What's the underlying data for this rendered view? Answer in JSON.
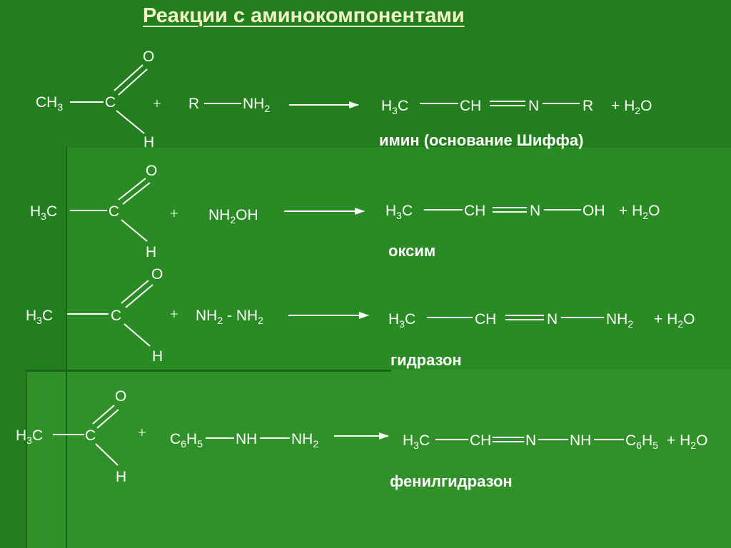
{
  "title": "Реакции с аминокомпонентами",
  "common": {
    "carbonyl": "C",
    "oxygen": "O",
    "hydrogen": "H",
    "plus": "+",
    "h3c_main": "H",
    "h3c_sub": "3",
    "h3c_tail": "C",
    "ch": "CH",
    "n": "N",
    "water_main": "+ H",
    "water_sub": "2",
    "water_tail": "O"
  },
  "reactions": [
    {
      "aldehyde_methyl": {
        "main": "CH",
        "sub": "3",
        "tail": ""
      },
      "reagent": {
        "r": "R",
        "nh_main": "NH",
        "nh_sub": "2"
      },
      "product_tail": "R",
      "name": "имин (основание Шиффа)"
    },
    {
      "reagent": {
        "main": "NH",
        "sub": "2",
        "tail": "OH"
      },
      "product_tail": "OH",
      "name": "оксим"
    },
    {
      "reagent": {
        "a_main": "NH",
        "a_sub": "2",
        "dash": " - ",
        "b_main": "NH",
        "b_sub": "2"
      },
      "product_tail": {
        "main": "NH",
        "sub": "2"
      },
      "name": "гидразон"
    },
    {
      "reagent": {
        "ph_main": "C",
        "ph_sub1": "6",
        "ph_mid": "H",
        "ph_sub2": "5",
        "nh": "NH",
        "nh2_main": "NH",
        "nh2_sub": "2"
      },
      "product_nh": "NH",
      "product_tail": {
        "main": "C",
        "sub1": "6",
        "mid": "H",
        "sub2": "5"
      },
      "name": "фенилгидразон"
    }
  ],
  "colors": {
    "background": "#237f1e",
    "title": "#f1f5c6",
    "text": "#ffffff"
  }
}
